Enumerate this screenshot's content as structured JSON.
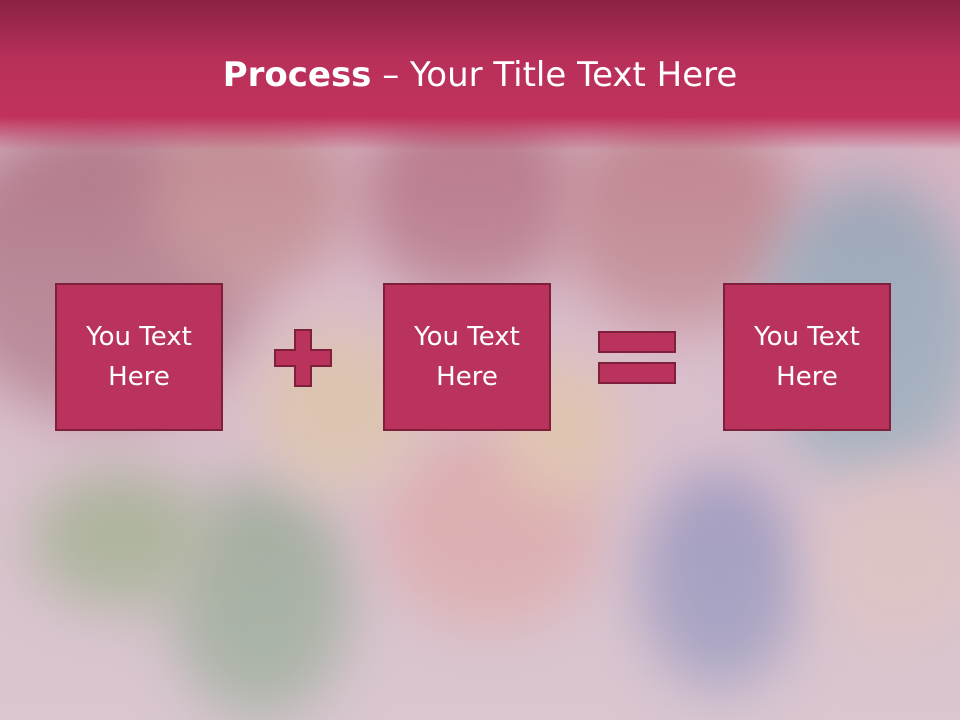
{
  "slide": {
    "title_bold": "Process",
    "title_rest": " – Your Title Text Here",
    "boxes": [
      {
        "text": "You Text Here"
      },
      {
        "text": "You Text Here"
      },
      {
        "text": "You Text Here"
      }
    ],
    "operators": [
      "plus-icon",
      "equals-icon"
    ],
    "colors": {
      "accent": "#b9335c",
      "accent_border": "#7e1f3c",
      "title_band": "#c0325c",
      "text": "#ffffff"
    }
  }
}
